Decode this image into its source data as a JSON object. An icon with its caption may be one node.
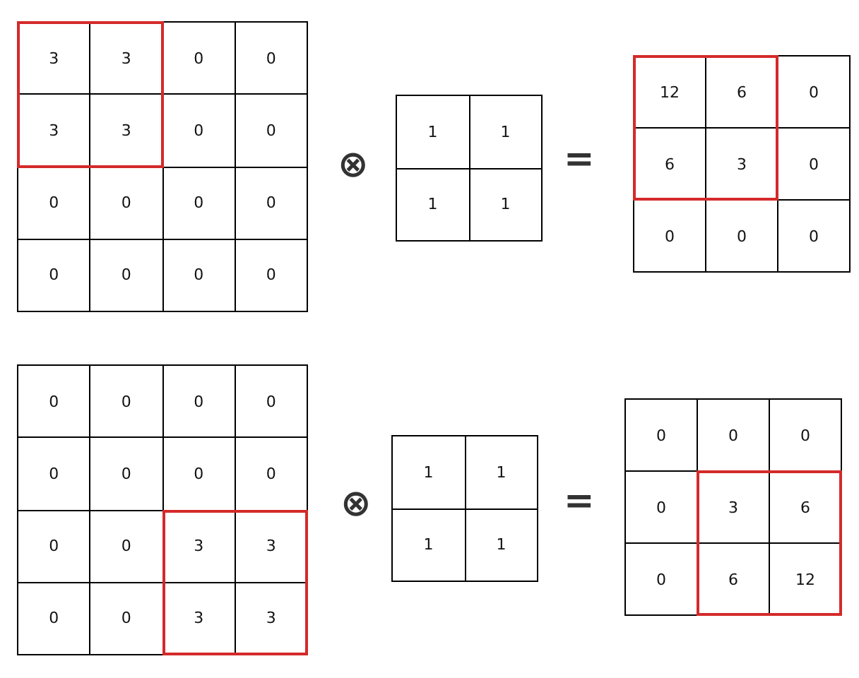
{
  "diagram": {
    "labels": [
      "3",
      "3",
      "0",
      "0",
      "3",
      "3",
      "0",
      "0",
      "0",
      "0",
      "0",
      "0",
      "0",
      "0",
      "0",
      "0",
      "⊗",
      "1",
      "1",
      "1",
      "1",
      "=",
      "12",
      "6",
      "0",
      "6",
      "3",
      "0",
      "0",
      "0",
      "0",
      "0",
      "0",
      "0",
      "0",
      "0",
      "0",
      "0",
      "0",
      "0",
      "0",
      "3",
      "3",
      "0",
      "0",
      "3",
      "3",
      "⊗",
      "1",
      "1",
      "1",
      "1",
      "=",
      "0",
      "0",
      "0",
      "0",
      "3",
      "6",
      "0",
      "6",
      "12"
    ]
  }
}
